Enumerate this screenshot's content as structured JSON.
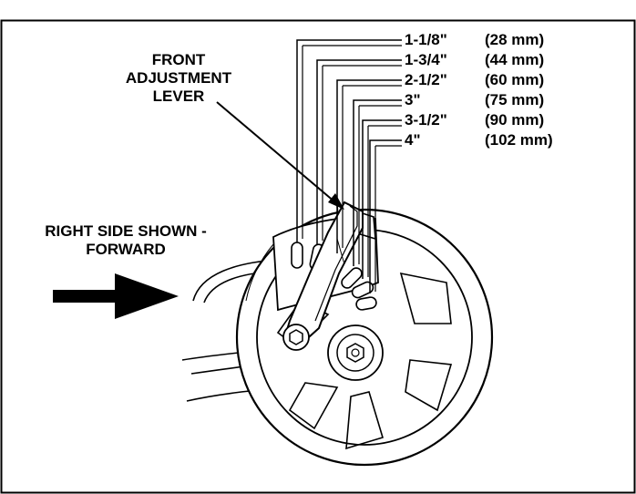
{
  "labels": {
    "front_lever_line1": "FRONT",
    "front_lever_line2": "ADJUSTMENT",
    "front_lever_line3": "LEVER",
    "side_line1": "RIGHT SIDE SHOWN -",
    "side_line2": "FORWARD"
  },
  "heights": [
    {
      "imperial": "1-1/8\"",
      "metric": "(28 mm)"
    },
    {
      "imperial": "1-3/4\"",
      "metric": "(44 mm)"
    },
    {
      "imperial": "2-1/2\"",
      "metric": "(60 mm)"
    },
    {
      "imperial": "3\"",
      "metric": "(75 mm)"
    },
    {
      "imperial": "3-1/2\"",
      "metric": "(90 mm)"
    },
    {
      "imperial": "4\"",
      "metric": "(102 mm)"
    }
  ]
}
